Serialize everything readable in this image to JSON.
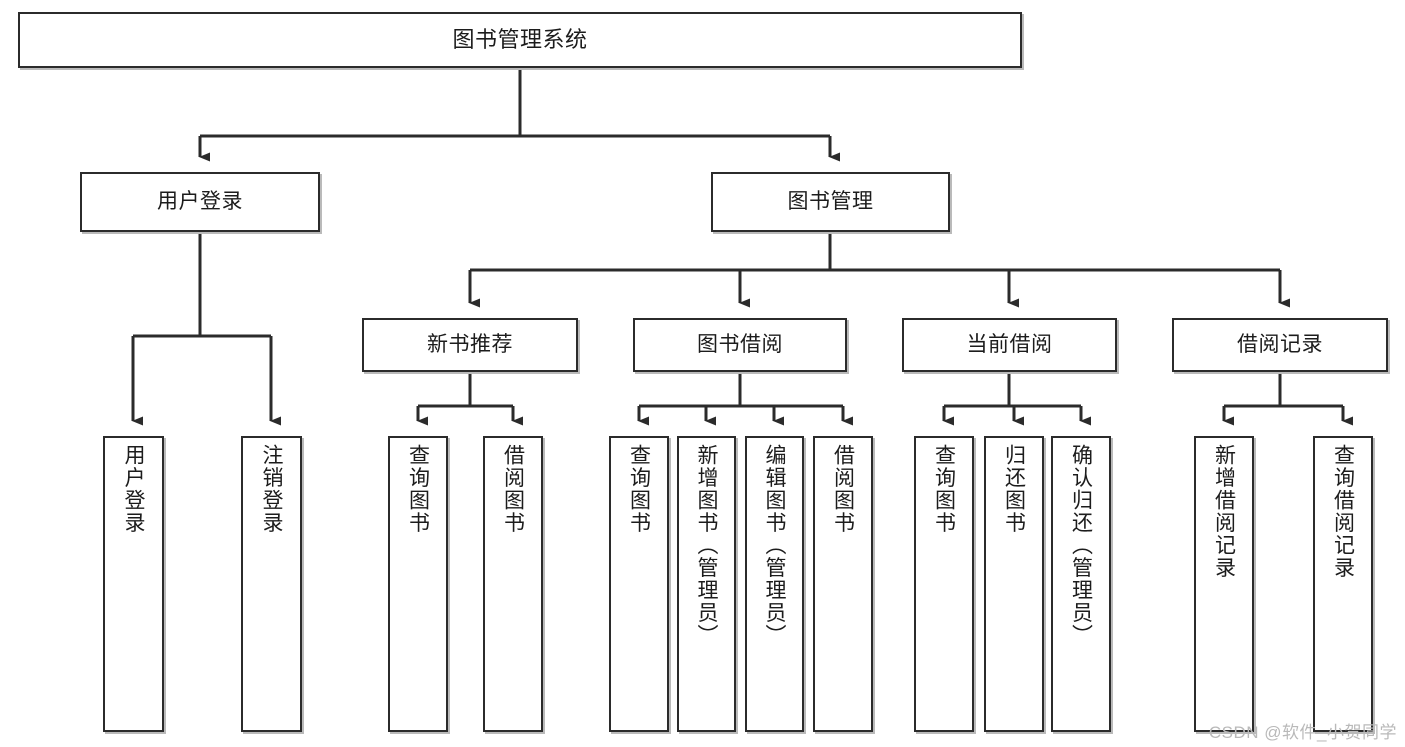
{
  "diagram": {
    "title": "图书管理系统",
    "type": "tree",
    "watermark": "CSDN @软件_小贺同学",
    "colors": {
      "border": "#2b2b2b",
      "background": "#ffffff",
      "text": "#1c1c1c",
      "shadow": "#828282",
      "watermark": "#b9b9b9"
    },
    "levels": {
      "root": [
        "图书管理系统"
      ],
      "level2": [
        "用户登录",
        "图书管理"
      ],
      "level3": [
        "新书推荐",
        "图书借阅",
        "当前借阅",
        "借阅记录"
      ],
      "leaves": [
        "用户登录",
        "注销登录",
        "查询图书",
        "借阅图书",
        "查询图书",
        "新增图书（管理员）",
        "编辑图书（管理员）",
        "借阅图书",
        "查询图书",
        "归还图书",
        "确认归还（管理员）",
        "新增借阅记录",
        "查询借阅记录"
      ]
    },
    "nodes": {
      "root": {
        "label": "图书管理系统"
      },
      "user_login": {
        "label": "用户登录"
      },
      "book_mgmt": {
        "label": "图书管理"
      },
      "new_book_rec": {
        "label": "新书推荐"
      },
      "book_borrow": {
        "label": "图书借阅"
      },
      "current_borrow": {
        "label": "当前借阅"
      },
      "borrow_record": {
        "label": "借阅记录"
      },
      "leaf_user_login": {
        "label": "用户登录"
      },
      "leaf_logout": {
        "label": "注销登录"
      },
      "leaf_query_book_a": {
        "label": "查询图书"
      },
      "leaf_borrow_book_a": {
        "label": "借阅图书"
      },
      "leaf_query_book_b": {
        "label": "查询图书"
      },
      "leaf_add_book": {
        "label": "新增图书（管理员）"
      },
      "leaf_edit_book": {
        "label": "编辑图书（管理员）"
      },
      "leaf_borrow_book_b": {
        "label": "借阅图书"
      },
      "leaf_query_book_c": {
        "label": "查询图书"
      },
      "leaf_return_book": {
        "label": "归还图书"
      },
      "leaf_confirm_return": {
        "label": "确认归还（管理员）"
      },
      "leaf_add_record": {
        "label": "新增借阅记录"
      },
      "leaf_query_record": {
        "label": "查询借阅记录"
      }
    }
  }
}
